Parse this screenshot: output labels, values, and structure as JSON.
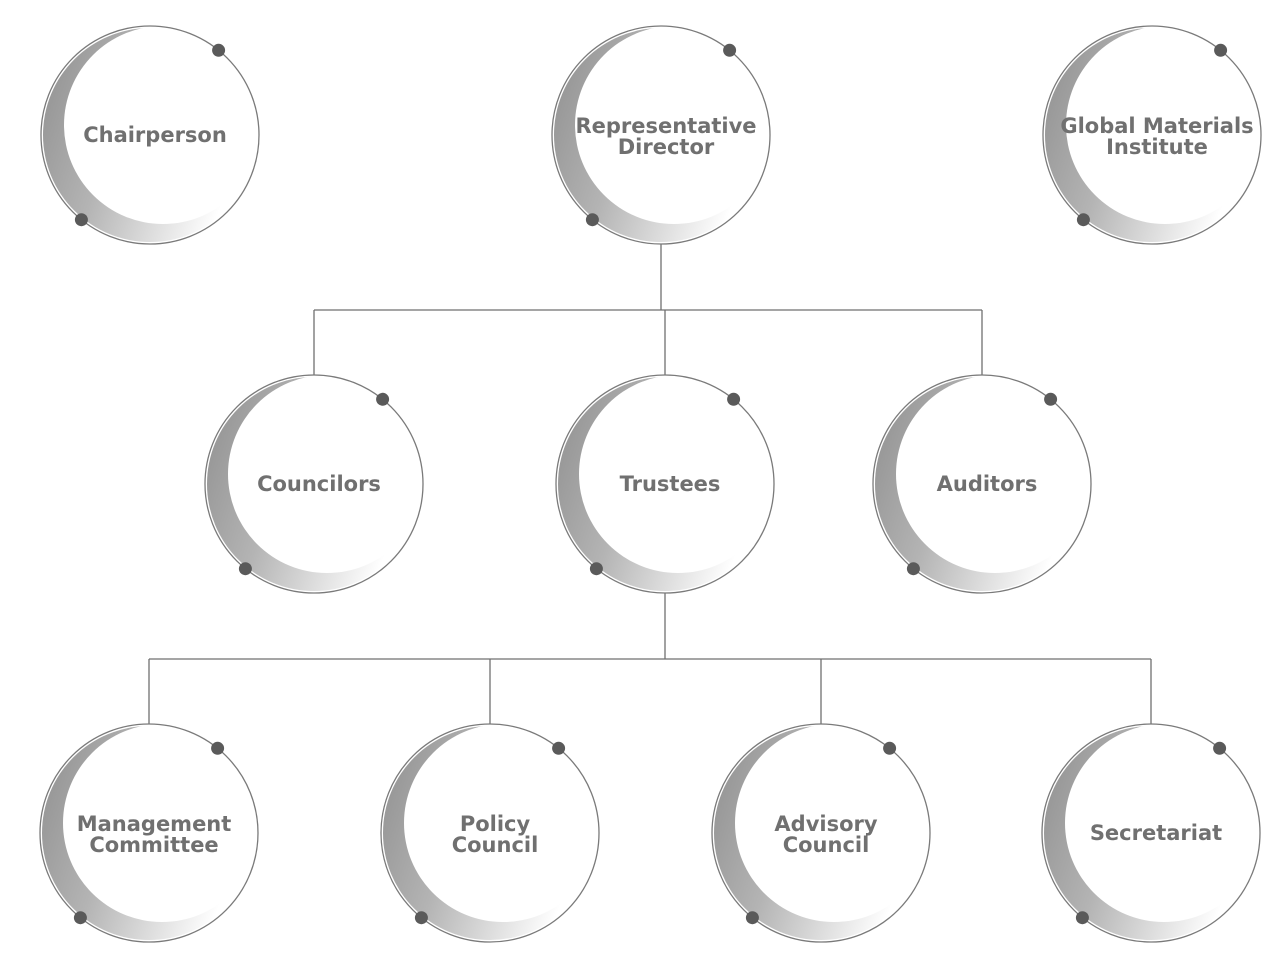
{
  "colors": {
    "text": "#707070",
    "ring": "#7a7a7a",
    "dot": "#5a5a5a",
    "crescent_dark": "#9a9a9a",
    "crescent_light": "#ffffff",
    "connector": "#6f6f6f"
  },
  "nodes": {
    "chairperson": {
      "lines": [
        "Chairperson"
      ]
    },
    "representative_director": {
      "lines": [
        "Representative",
        "Director"
      ]
    },
    "global_materials_institute": {
      "lines": [
        "Global Materials",
        "Institute"
      ]
    },
    "councilors": {
      "lines": [
        "Councilors"
      ]
    },
    "trustees": {
      "lines": [
        "Trustees"
      ]
    },
    "auditors": {
      "lines": [
        "Auditors"
      ]
    },
    "management_committee": {
      "lines": [
        "Management",
        "Committee"
      ]
    },
    "policy_council": {
      "lines": [
        "Policy",
        "Council"
      ]
    },
    "advisory_council": {
      "lines": [
        "Advisory",
        "Council"
      ]
    },
    "secretariat": {
      "lines": [
        "Secretariat"
      ]
    }
  },
  "edges": [
    {
      "from": "representative_director",
      "to": "councilors"
    },
    {
      "from": "representative_director",
      "to": "trustees"
    },
    {
      "from": "representative_director",
      "to": "auditors"
    },
    {
      "from": "trustees",
      "to": "management_committee"
    },
    {
      "from": "trustees",
      "to": "policy_council"
    },
    {
      "from": "trustees",
      "to": "advisory_council"
    },
    {
      "from": "trustees",
      "to": "secretariat"
    }
  ]
}
